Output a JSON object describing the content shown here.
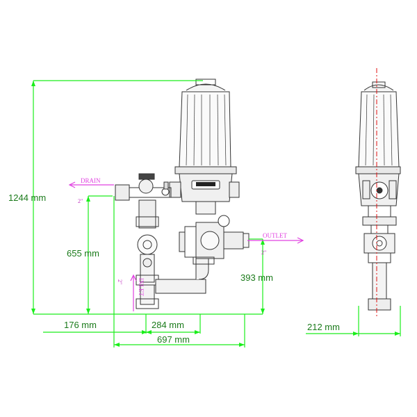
{
  "colors": {
    "dimension": "#1aee1a",
    "port": "#e040e0",
    "axis": "#e01010",
    "equipment": "#333333"
  },
  "dimensions": {
    "total_height": "1244  mm",
    "drain_height": "655  mm",
    "outlet_height": "393  mm",
    "left_offset": "176  mm",
    "inlet_to_outlet": "284  mm",
    "total_width": "697  mm",
    "side_width": "212  mm"
  },
  "ports": {
    "drain_label": "DRAIN",
    "drain_size": "2\"",
    "outlet_label": "OUTLET",
    "outlet_size": "2\"",
    "inlet_label": "INLET",
    "inlet_size": "2\""
  },
  "icons": {
    "front_view": "filter-front-view-drawing",
    "side_view": "filter-side-view-drawing"
  }
}
